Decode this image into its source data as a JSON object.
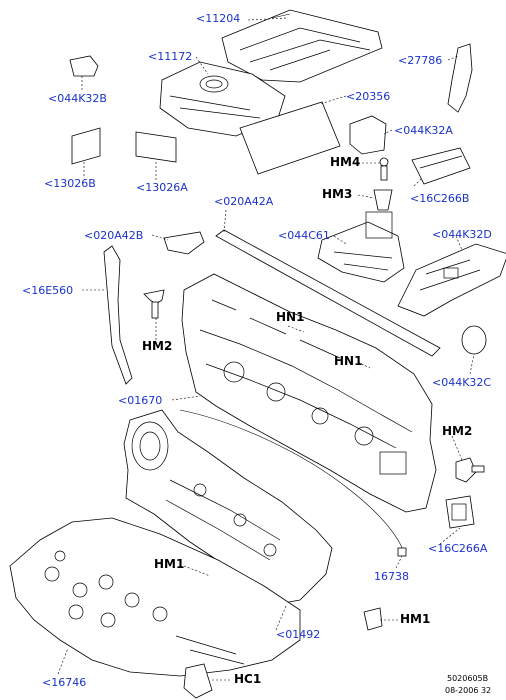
{
  "labels": {
    "p11204": "<11204",
    "p11172": "<11172",
    "p27786": "<27786",
    "p044k32b": "<044K32B",
    "p20356": "<20356",
    "p044k32a": "<044K32A",
    "p13026b": "<13026B",
    "p13026a": "<13026A",
    "hm4": "HM4",
    "hm3": "HM3",
    "p16c266b": "<16C266B",
    "p020a42a": "<020A42A",
    "p020a42b": "<020A42B",
    "p044c61": "<044C61",
    "p044k32d": "<044K32D",
    "p16e560": "<16E560",
    "hn1a": "HN1",
    "hm2a": "HM2",
    "hn1b": "HN1",
    "p044k32c": "<044K32C",
    "p01670": "<01670",
    "hm2b": "HM2",
    "p16c266a": "<16C266A",
    "hm1a": "HM1",
    "p16738": "16738",
    "p01492": "<01492",
    "hm1b": "HM1",
    "p16746": "<16746",
    "hc1": "HC1"
  },
  "footer": {
    "code": "5020605B",
    "date": "08-2006 32"
  },
  "colors": {
    "label_blue": "#1a33cc",
    "line": "#000000"
  }
}
